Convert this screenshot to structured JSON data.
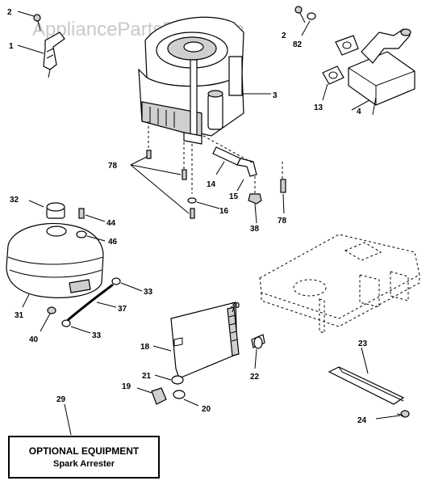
{
  "watermark": "AppliancePartsPros.com",
  "callouts": [
    {
      "id": "c1",
      "text": "1"
    },
    {
      "id": "c2a",
      "text": "2"
    },
    {
      "id": "c2b",
      "text": "2"
    },
    {
      "id": "c82",
      "text": "82"
    },
    {
      "id": "c3",
      "text": "3"
    },
    {
      "id": "c4",
      "text": "4"
    },
    {
      "id": "c13",
      "text": "13"
    },
    {
      "id": "c78a",
      "text": "78"
    },
    {
      "id": "c14",
      "text": "14"
    },
    {
      "id": "c15",
      "text": "15"
    },
    {
      "id": "c16",
      "text": "16"
    },
    {
      "id": "c38",
      "text": "38"
    },
    {
      "id": "c78b",
      "text": "78"
    },
    {
      "id": "c32",
      "text": "32"
    },
    {
      "id": "c44",
      "text": "44"
    },
    {
      "id": "c46",
      "text": "46"
    },
    {
      "id": "c33a",
      "text": "33"
    },
    {
      "id": "c37",
      "text": "37"
    },
    {
      "id": "c31",
      "text": "31"
    },
    {
      "id": "c40",
      "text": "40"
    },
    {
      "id": "c33b",
      "text": "33"
    },
    {
      "id": "c30",
      "text": "30"
    },
    {
      "id": "c18",
      "text": "18"
    },
    {
      "id": "c22",
      "text": "22"
    },
    {
      "id": "c21",
      "text": "21"
    },
    {
      "id": "c19",
      "text": "19"
    },
    {
      "id": "c20",
      "text": "20"
    },
    {
      "id": "c23",
      "text": "23"
    },
    {
      "id": "c24",
      "text": "24"
    },
    {
      "id": "c29",
      "text": "29"
    }
  ],
  "optional_box": {
    "title": "OPTIONAL EQUIPMENT",
    "subtitle": "Spark Arrester"
  }
}
